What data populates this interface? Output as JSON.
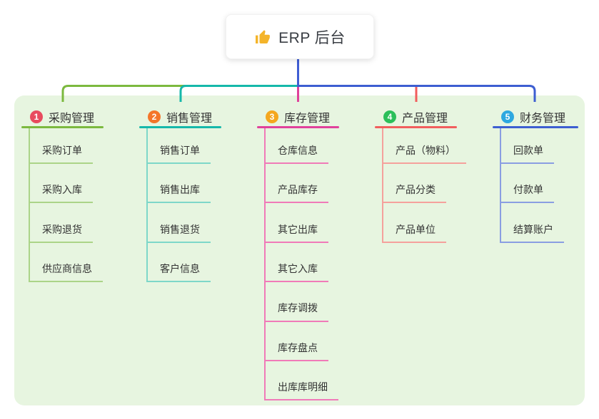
{
  "root": {
    "title": "ERP 后台",
    "icon": "thumbs-up"
  },
  "colors": {
    "panel_bg": "#e7f5e0",
    "connector": "#3f5ed4",
    "text": "#333333"
  },
  "branches": [
    {
      "index": "1",
      "label": "采购管理",
      "badge_color": "#e84b5f",
      "line_color": "#7cb93f",
      "child_line_color": "#abd488",
      "children": [
        "采购订单",
        "采购入库",
        "采购退货",
        "供应商信息"
      ]
    },
    {
      "index": "2",
      "label": "销售管理",
      "badge_color": "#f4762a",
      "line_color": "#16b8aa",
      "child_line_color": "#7ed7c9",
      "children": [
        "销售订单",
        "销售出库",
        "销售退货",
        "客户信息"
      ]
    },
    {
      "index": "3",
      "label": "库存管理",
      "badge_color": "#f4a71f",
      "line_color": "#e0419b",
      "child_line_color": "#f07ab8",
      "children": [
        "仓库信息",
        "产品库存",
        "其它出库",
        "其它入库",
        "库存调拨",
        "库存盘点",
        "出库库明细"
      ]
    },
    {
      "index": "4",
      "label": "产品管理",
      "badge_color": "#2cbf5a",
      "line_color": "#f15d5d",
      "child_line_color": "#f5a19c",
      "children": [
        "产品（物料）",
        "产品分类",
        "产品单位"
      ]
    },
    {
      "index": "5",
      "label": "财务管理",
      "badge_color": "#2ea8e0",
      "line_color": "#3d5ed1",
      "child_line_color": "#8a9ee2",
      "children": [
        "回款单",
        "付款单",
        "结算账户"
      ]
    }
  ]
}
